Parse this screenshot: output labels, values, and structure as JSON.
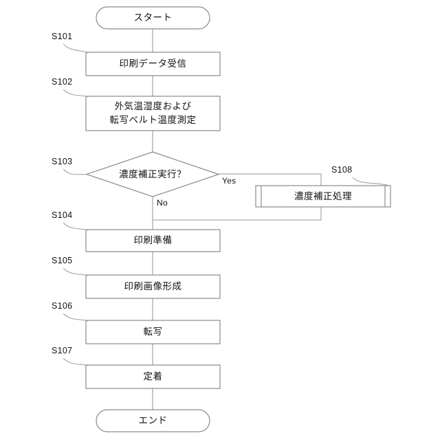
{
  "diagram": {
    "type": "flowchart",
    "language": "ja",
    "orientation": "vertical",
    "stroke_color": "#808080",
    "text_color": "#111111",
    "background": "#ffffff"
  },
  "nodes": {
    "start": {
      "label": "スタート",
      "shape": "terminator"
    },
    "s101": {
      "step": "S101",
      "label": "印刷データ受信",
      "shape": "process"
    },
    "s102": {
      "step": "S102",
      "label": "外気温湿度および\n転写ベルト温度測定",
      "shape": "process"
    },
    "s103": {
      "step": "S103",
      "label": "濃度補正実行？",
      "shape": "decision"
    },
    "s108": {
      "step": "S108",
      "label": "濃度補正処理",
      "shape": "predefined-process"
    },
    "s104": {
      "step": "S104",
      "label": "印刷準備",
      "shape": "process"
    },
    "s105": {
      "step": "S105",
      "label": "印刷画像形成",
      "shape": "process"
    },
    "s106": {
      "step": "S106",
      "label": "転写",
      "shape": "process"
    },
    "s107": {
      "step": "S107",
      "label": "定着",
      "shape": "process"
    },
    "end": {
      "label": "エンド",
      "shape": "terminator"
    }
  },
  "branches": {
    "yes": "Yes",
    "no": "No"
  }
}
